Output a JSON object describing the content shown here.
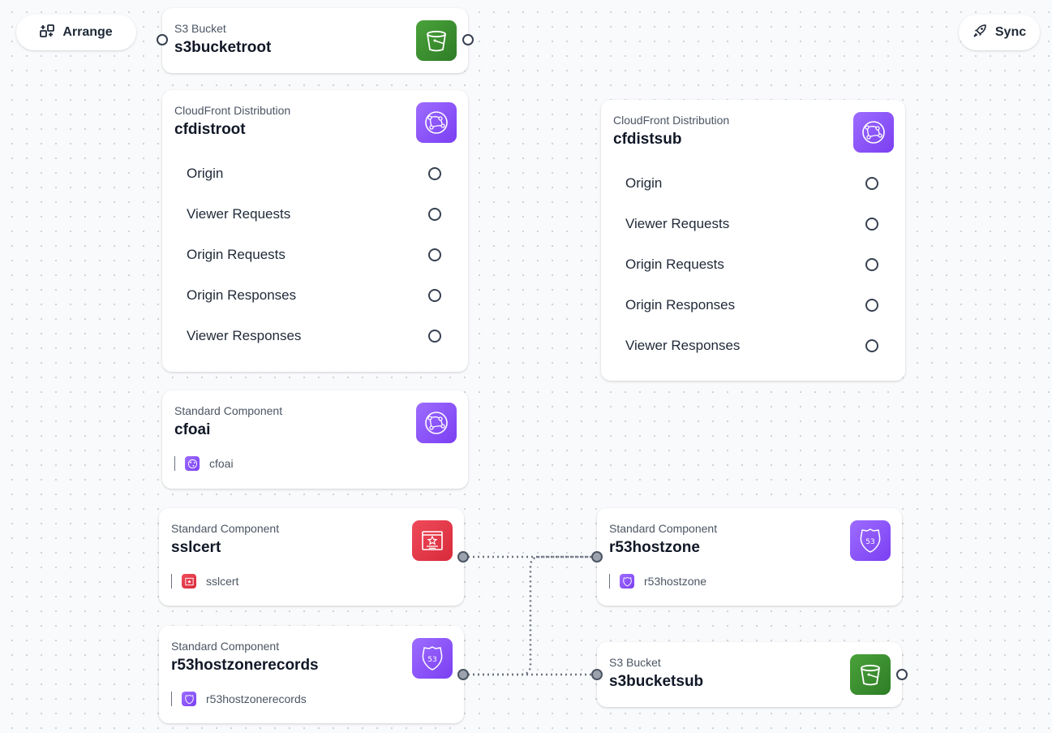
{
  "toolbar": {
    "arrange_label": "Arrange",
    "sync_label": "Sync"
  },
  "colors": {
    "canvas": "#f9fafb",
    "s3_green": "#3f8f30",
    "cloudfront_purple": "#8c4fff",
    "acm_red": "#dd3446",
    "wire": "#6b7280"
  },
  "nodes": {
    "s3bucketroot": {
      "kind": "S3 Bucket",
      "title": "s3bucketroot",
      "icon": "s3-bucket-icon"
    },
    "cfdistroot": {
      "kind": "CloudFront Distribution",
      "title": "cfdistroot",
      "icon": "cloudfront-icon",
      "events": [
        "Origin",
        "Viewer Requests",
        "Origin Requests",
        "Origin Responses",
        "Viewer Responses"
      ]
    },
    "cfdistsub": {
      "kind": "CloudFront Distribution",
      "title": "cfdistsub",
      "icon": "cloudfront-icon",
      "events": [
        "Origin",
        "Viewer Requests",
        "Origin Requests",
        "Origin Responses",
        "Viewer Responses"
      ]
    },
    "cfoai": {
      "kind": "Standard Component",
      "title": "cfoai",
      "sub": "cfoai",
      "icon": "cloudfront-icon"
    },
    "sslcert": {
      "kind": "Standard Component",
      "title": "sslcert",
      "sub": "sslcert",
      "icon": "certificate-icon"
    },
    "r53hostzone": {
      "kind": "Standard Component",
      "title": "r53hostzone",
      "sub": "r53hostzone",
      "icon": "route53-icon",
      "badge": "53"
    },
    "r53hostzonerecords": {
      "kind": "Standard Component",
      "title": "r53hostzonerecords",
      "sub": "r53hostzonerecords",
      "icon": "route53-icon",
      "badge": "53"
    },
    "s3bucketsub": {
      "kind": "S3 Bucket",
      "title": "s3bucketsub",
      "icon": "s3-bucket-icon"
    }
  }
}
